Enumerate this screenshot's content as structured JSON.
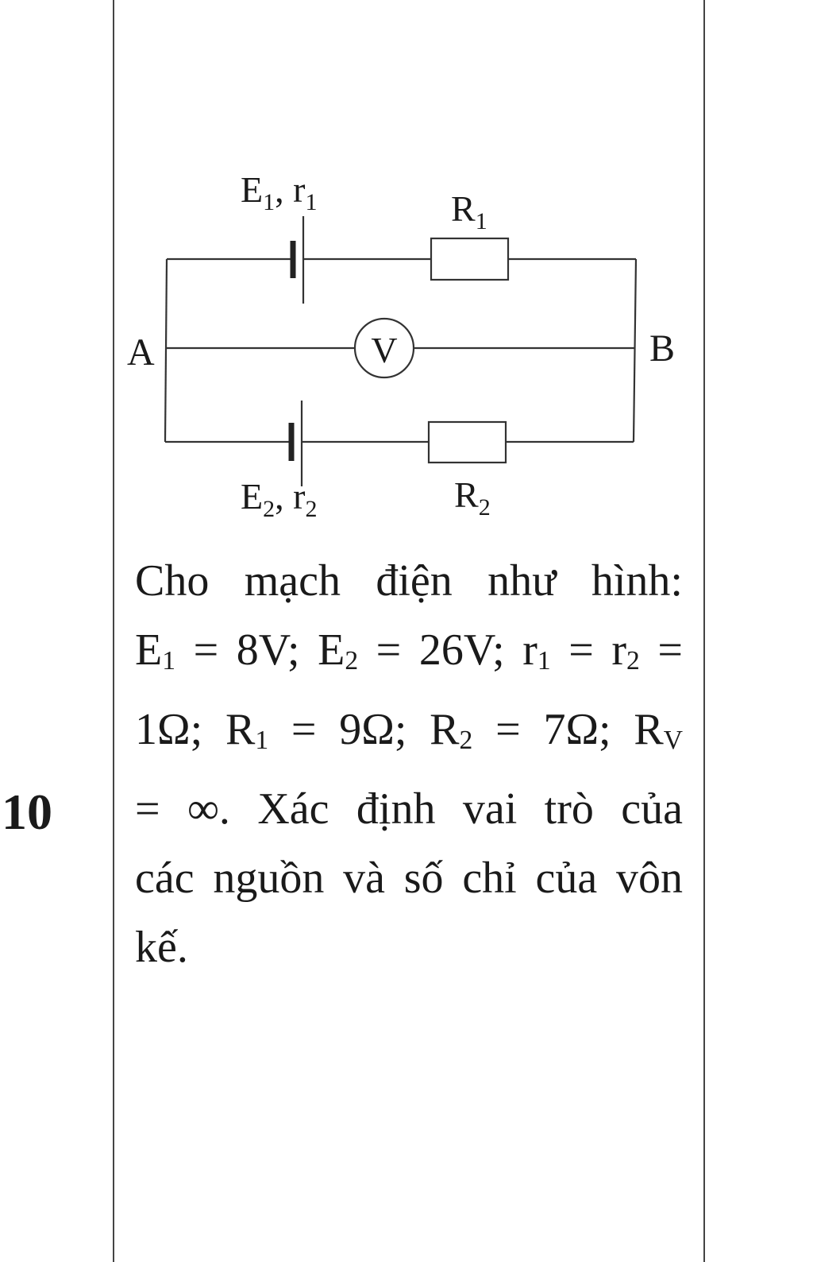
{
  "question_number": "10",
  "circuit": {
    "source1": {
      "sym": "E",
      "sub": "1",
      "sep": ", ",
      "r": "r",
      "rsub": "1"
    },
    "source2": {
      "sym": "E",
      "sub": "2",
      "sep": ", ",
      "r": "r",
      "rsub": "2"
    },
    "resistor1": {
      "sym": "R",
      "sub": "1"
    },
    "resistor2": {
      "sym": "R",
      "sub": "2"
    },
    "voltmeter": "V",
    "node_a": "A",
    "node_b": "B"
  },
  "problem": {
    "l1": "Cho mạch điện như hình:",
    "l2": {
      "e1": "E",
      "e1s": "1",
      "t1": " = 8V; ",
      "e2": "E",
      "e2s": "2",
      "t2": " = 26V; ",
      "r1": "r",
      "r1s": "1",
      "t3": " = ",
      "r2": "r",
      "r2s": "2",
      "t4": " ="
    },
    "l3": {
      "t0": "1Ω; ",
      "R1": "R",
      "R1s": "1",
      "t1": " = 9Ω; ",
      "R2": "R",
      "R2s": "2",
      "t2": " = 7Ω; ",
      "Rv": "R",
      "Rvs": "V"
    },
    "l4": "= ∞. Xác định vai trò của",
    "l5": "các nguồn và số chỉ của vôn",
    "l6": "kế."
  }
}
